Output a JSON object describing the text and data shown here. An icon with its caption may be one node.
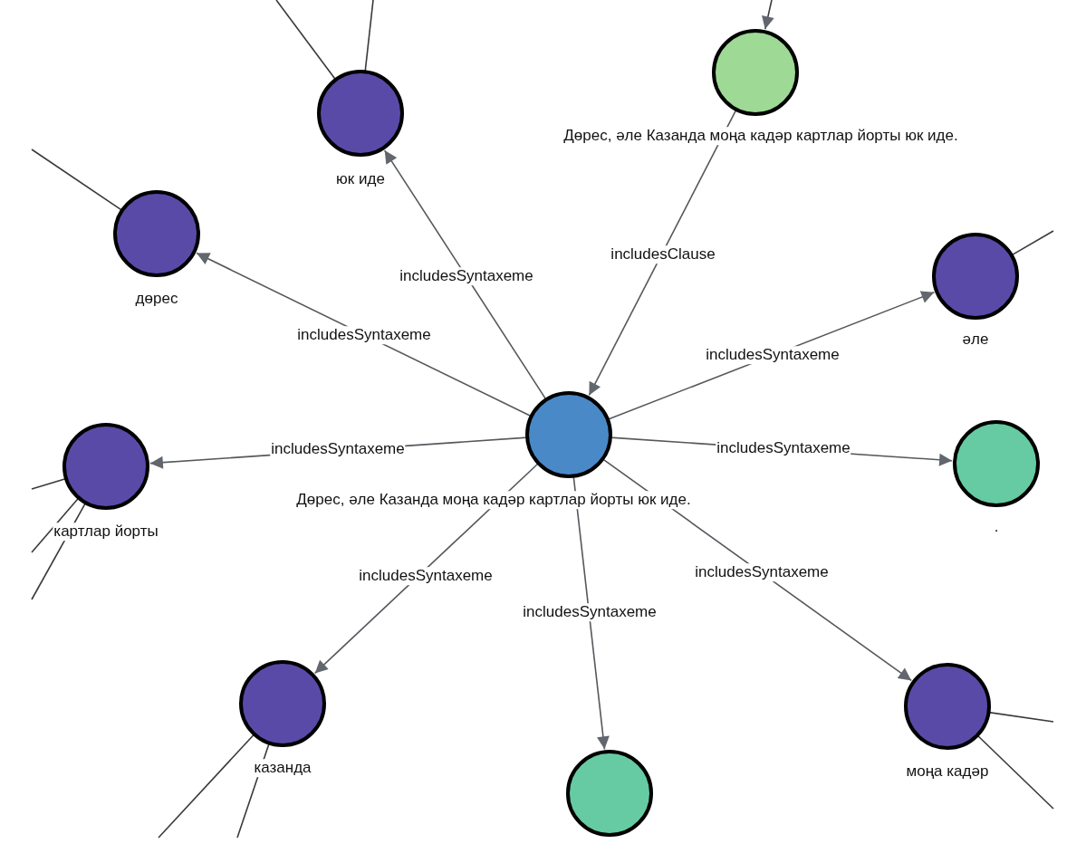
{
  "diagram": {
    "nodes": [
      {
        "text": [
          "юк иде"
        ]
      },
      {
        "text": [
          "Дөрес, әле Казанда моңа кадәр картлар йорты юк иде."
        ]
      },
      {
        "text": [
          "дөрес"
        ]
      },
      {
        "text": [
          "әле"
        ]
      },
      {
        "text": [
          "Дөрес, әле Казанда моңа кадәр картлар йорты юк иде."
        ]
      },
      {
        "text": [
          "картлар йорты"
        ]
      },
      {
        "text": [
          "."
        ]
      },
      {
        "text": [
          "казанда"
        ]
      },
      {
        "text": [
          "моңа кадәр"
        ]
      },
      {
        "text": [],
        "shape": "circle"
      }
    ],
    "edges": [
      {
        "from": 4,
        "to": 0,
        "arrow": "to",
        "label": "includesSyntaxeme"
      },
      {
        "from": 1,
        "to": 4,
        "arrow": "to",
        "label": "includesClause"
      },
      {
        "from": 4,
        "to": 2,
        "arrow": "to",
        "label": "includesSyntaxeme"
      },
      {
        "from": 4,
        "to": 3,
        "arrow": "to",
        "label": "includesSyntaxeme"
      },
      {
        "from": 4,
        "to": 5,
        "arrow": "to",
        "label": "includesSyntaxeme"
      },
      {
        "from": 4,
        "to": 6,
        "arrow": "to",
        "label": "includesSyntaxeme"
      },
      {
        "from": 4,
        "to": 7,
        "arrow": "to",
        "label": "includesSyntaxeme"
      },
      {
        "from": 4,
        "to": 9,
        "arrow": "to",
        "label": "includesSyntaxeme"
      },
      {
        "from": 4,
        "to": 8,
        "arrow": "to",
        "label": "includesSyntaxeme"
      },
      {
        "from": 0,
        "to": null,
        "arrow": "none"
      },
      {
        "from": 0,
        "to": null,
        "arrow": "none"
      },
      {
        "from": null,
        "to": 1,
        "arrow": "to"
      },
      {
        "from": 2,
        "to": null,
        "arrow": "none"
      },
      {
        "from": 3,
        "to": null,
        "arrow": "none"
      },
      {
        "from": 5,
        "to": null,
        "arrow": "none"
      },
      {
        "from": 5,
        "to": null,
        "arrow": "none"
      },
      {
        "from": 5,
        "to": null,
        "arrow": "none"
      },
      {
        "from": 7,
        "to": null,
        "arrow": "none"
      },
      {
        "from": 7,
        "to": null,
        "arrow": "none"
      },
      {
        "from": 8,
        "to": null,
        "arrow": "none"
      },
      {
        "from": 8,
        "to": null,
        "arrow": "none"
      }
    ]
  }
}
